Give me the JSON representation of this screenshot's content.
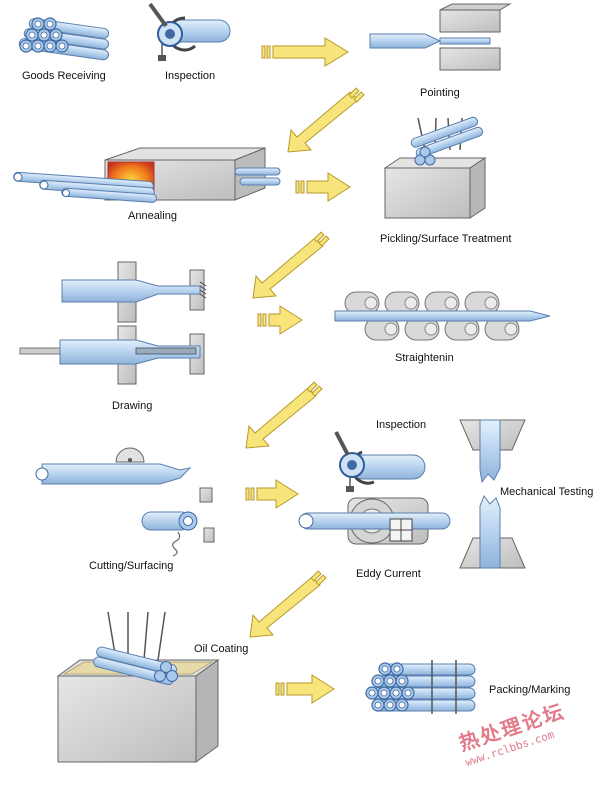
{
  "steps": {
    "goods_receiving": "Goods Receiving",
    "inspection_1": "Inspection",
    "pointing": "Pointing",
    "annealing": "Annealing",
    "pickling": "Pickling/Surface Treatment",
    "drawing": "Drawing",
    "straightening": "Straightenin",
    "cutting": "Cutting/Surfacing",
    "inspection_2": "Inspection",
    "eddy_current": "Eddy Current",
    "mechanical_testing": "Mechanical Testing",
    "oil_coating": "Oil Coating",
    "packing": "Packing/Marking"
  },
  "watermark": {
    "title": "热处理论坛",
    "url": "www.rclbbs.com"
  },
  "colors": {
    "tube": "#bcd6f0",
    "tube_edge": "#5a7fae",
    "machine": "#d8d8d8",
    "machine_edge": "#666666",
    "arrow": "#f7e47a",
    "arrow_edge": "#b89a2a",
    "heat": "#e8502a"
  }
}
